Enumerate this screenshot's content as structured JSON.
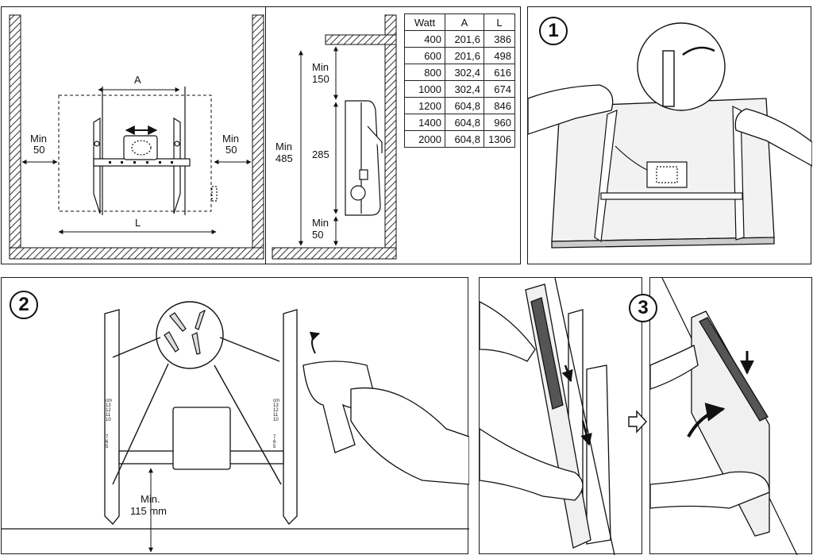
{
  "panel_front": {
    "label_a": "A",
    "label_l": "L",
    "min_left": "Min",
    "min_left_val": "50",
    "min_right": "Min",
    "min_right_val": "50"
  },
  "panel_side": {
    "min_top": "Min",
    "min_top_val": "150",
    "min_total": "Min",
    "min_total_val": "485",
    "height": "285",
    "min_bottom": "Min",
    "min_bottom_val": "50"
  },
  "spec_table": {
    "headers": [
      "Watt",
      "A",
      "L"
    ],
    "rows": [
      [
        "400",
        "201,6",
        "386"
      ],
      [
        "600",
        "201,6",
        "498"
      ],
      [
        "800",
        "302,4",
        "616"
      ],
      [
        "1000",
        "302,4",
        "674"
      ],
      [
        "1200",
        "604,8",
        "846"
      ],
      [
        "1400",
        "604,8",
        "960"
      ],
      [
        "2000",
        "604,8",
        "1306"
      ]
    ]
  },
  "steps": {
    "one": "1",
    "two": "2",
    "three": "3"
  },
  "step2": {
    "min_label": "Min.",
    "min_value": "115 mm",
    "scale_unit": "cm",
    "scale_upper": [
      "13",
      "12",
      "11",
      "10"
    ],
    "scale_lower": [
      "7",
      "6",
      "5"
    ]
  },
  "colors": {
    "line": "#1a1a1a",
    "hatch": "#333333",
    "panel_fill": "#e6e6e6"
  }
}
